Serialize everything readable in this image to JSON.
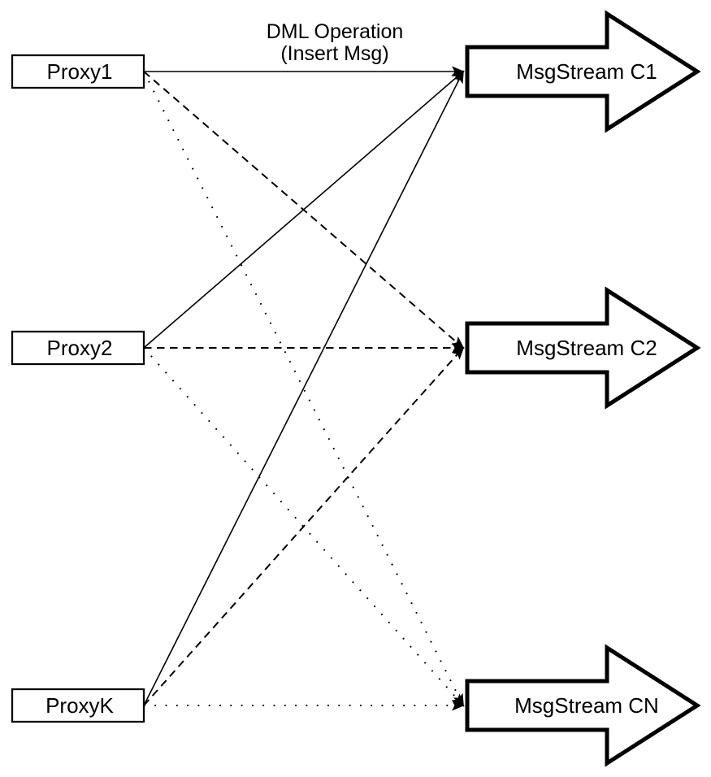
{
  "diagram": {
    "title": {
      "line1": "DML Operation",
      "line2": "(Insert Msg)"
    },
    "proxies": [
      {
        "label": "Proxy1"
      },
      {
        "label": "Proxy2"
      },
      {
        "label": "ProxyK"
      }
    ],
    "streams": [
      {
        "label": "MsgStream C1"
      },
      {
        "label": "MsgStream C2"
      },
      {
        "label": "MsgStream CN"
      }
    ],
    "edges": [
      {
        "from": 0,
        "to": 0,
        "style": "solid"
      },
      {
        "from": 1,
        "to": 0,
        "style": "solid"
      },
      {
        "from": 2,
        "to": 0,
        "style": "solid"
      },
      {
        "from": 0,
        "to": 1,
        "style": "dashed"
      },
      {
        "from": 1,
        "to": 1,
        "style": "dashed"
      },
      {
        "from": 2,
        "to": 1,
        "style": "dashed"
      },
      {
        "from": 0,
        "to": 2,
        "style": "dotted"
      },
      {
        "from": 1,
        "to": 2,
        "style": "dotted"
      },
      {
        "from": 2,
        "to": 2,
        "style": "dotted"
      }
    ],
    "colors": {
      "stroke": "#000000",
      "fill": "#ffffff"
    }
  }
}
